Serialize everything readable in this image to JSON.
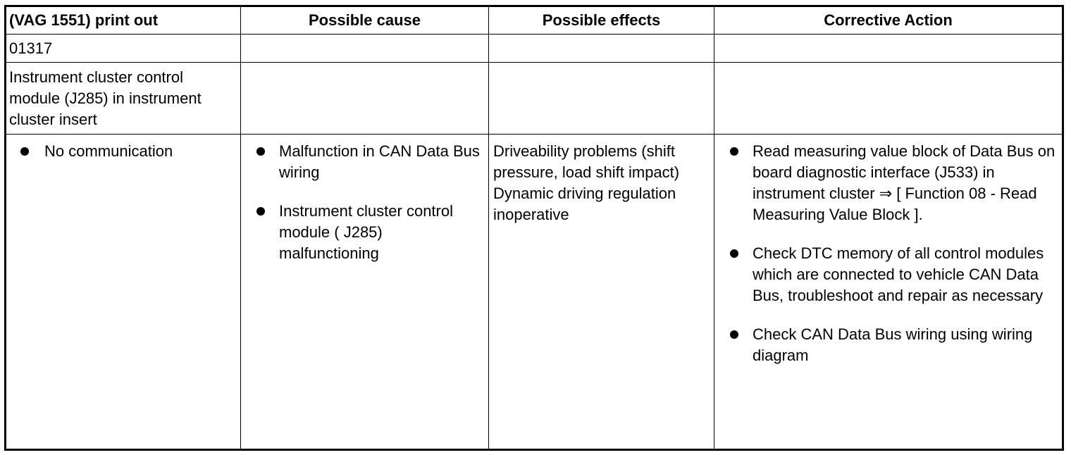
{
  "headers": {
    "printout": "(VAG 1551) print out",
    "cause": "Possible cause",
    "effects": "Possible effects",
    "action": "Corrective Action"
  },
  "dtc_code": "01317",
  "module_name": "Instrument cluster control module (J285) in instrument cluster insert",
  "fault": {
    "printout_items": [
      "No communication"
    ],
    "cause_items": [
      "Malfunction in CAN Data Bus wiring",
      "Instrument cluster control module ( J285) malfunctioning"
    ],
    "effects_text": "Driveability problems (shift pressure, load shift impact) Dynamic driving regulation inoperative",
    "action_items": [
      "Read measuring value block of Data Bus on board diagnostic interface (J533) in instrument cluster ⇒ [ Function 08 - Read Measuring Value Block ].",
      "Check DTC memory of all control modules which are connected to vehicle CAN Data Bus, troubleshoot and repair as necessary",
      "Check CAN Data Bus wiring using wiring diagram"
    ]
  }
}
